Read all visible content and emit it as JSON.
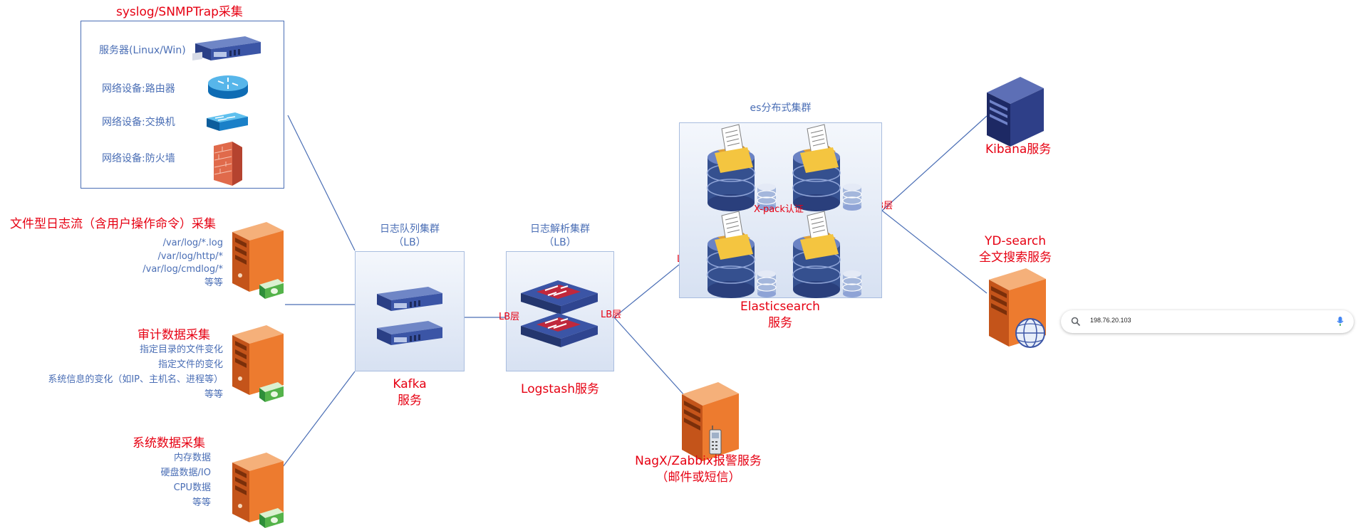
{
  "syslog": {
    "title": "syslog/SNMPTrap采集",
    "items": [
      "服务器(Linux/Win)",
      "网络设备:路由器",
      "网络设备:交换机",
      "网络设备:防火墙"
    ]
  },
  "file_log": {
    "title": "文件型日志流（含用户操作命令）采集",
    "lines": [
      "/var/log/*.log",
      "/var/log/http/*",
      "/var/log/cmdlog/*",
      "等等"
    ]
  },
  "audit": {
    "title": "审计数据采集",
    "lines": [
      "指定目录的文件变化",
      "指定文件的变化",
      "系统信息的变化（如IP、主机名、进程等）",
      "等等"
    ]
  },
  "system": {
    "title": "系统数据采集",
    "lines": [
      "内存数据",
      "硬盘数据/IO",
      "CPU数据",
      "等等"
    ]
  },
  "kafka": {
    "heading": "日志队列集群",
    "sub": "（LB）",
    "name": "Kafka",
    "name2": "服务"
  },
  "logstash": {
    "heading": "日志解析集群",
    "sub": "（LB）",
    "name": "Logstash服务"
  },
  "es": {
    "heading": "es分布式集群",
    "auth": "X-pack认证",
    "name": "Elasticsearch",
    "name2": "服务"
  },
  "lb": "LB层",
  "kibana": {
    "name": "Kibana服务"
  },
  "ydsearch": {
    "name": "YD-search",
    "name2": "全文搜索服务"
  },
  "nagx": {
    "name": "NagX/Zabbix报警服务",
    "name2": "（邮件或短信）"
  },
  "search_bar": {
    "value": "198.76.20.103"
  }
}
